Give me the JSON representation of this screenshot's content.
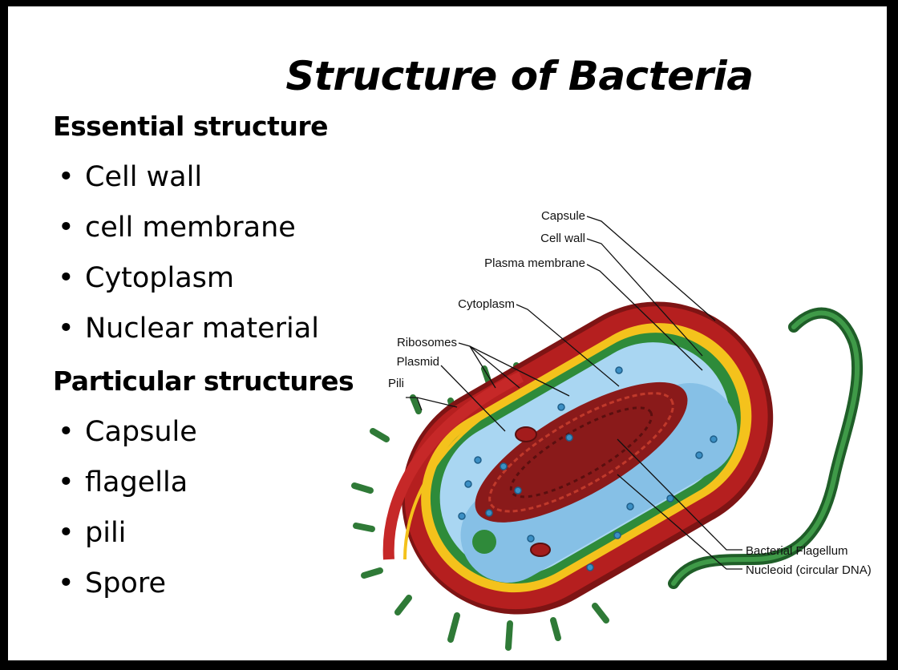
{
  "title": "Structure of Bacteria",
  "essential": {
    "heading": "Essential structure",
    "items": [
      "Cell wall",
      "cell membrane",
      "Cytoplasm",
      "Nuclear material"
    ]
  },
  "particular": {
    "heading": "Particular structures",
    "items": [
      "Capsule",
      " flagella",
      "pili",
      "Spore"
    ]
  },
  "diagram_labels": {
    "capsule": "Capsule",
    "cell_wall": "Cell wall",
    "plasma_membrane": "Plasma membrane",
    "cytoplasm": "Cytoplasm",
    "ribosomes": "Ribosomes",
    "plasmid": "Plasmid",
    "pili": "Pili",
    "flagellum": "Bacterial Flagellum",
    "nucleoid": "Nucleoid (circular DNA)"
  },
  "colors": {
    "capsule": "#b51f1f",
    "capsule_dark": "#7e1414",
    "cell_wall": "#f4c21c",
    "membrane": "#2e8b3a",
    "cytoplasm": "#a9d6f2",
    "nucleoid": "#8a1a1a",
    "pili": "#2f7a37"
  }
}
